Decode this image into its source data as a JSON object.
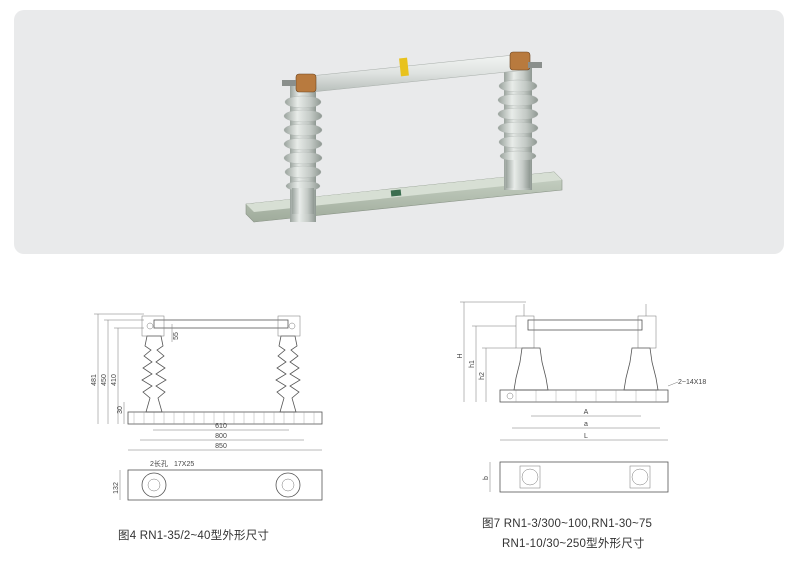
{
  "figure4": {
    "caption": "图4 RN1-35/2~40型外形尺寸",
    "dims": {
      "d481": "481",
      "d450": "450",
      "d410": "410",
      "d30": "30",
      "d55": "55",
      "d610": "610",
      "d800": "800",
      "d850": "850",
      "d132": "132",
      "slot": "2长孔",
      "slot_size": "17X25"
    }
  },
  "figure7": {
    "caption_line1": "图7 RN1-3/300~100,RN1-30~75",
    "caption_line2": "RN1-10/30~250型外形尺寸",
    "dims": {
      "H": "H",
      "h1": "h1",
      "h2": "h2",
      "A": "A",
      "a": "a",
      "L": "L",
      "b": "b",
      "hole": "2~14X18"
    }
  }
}
